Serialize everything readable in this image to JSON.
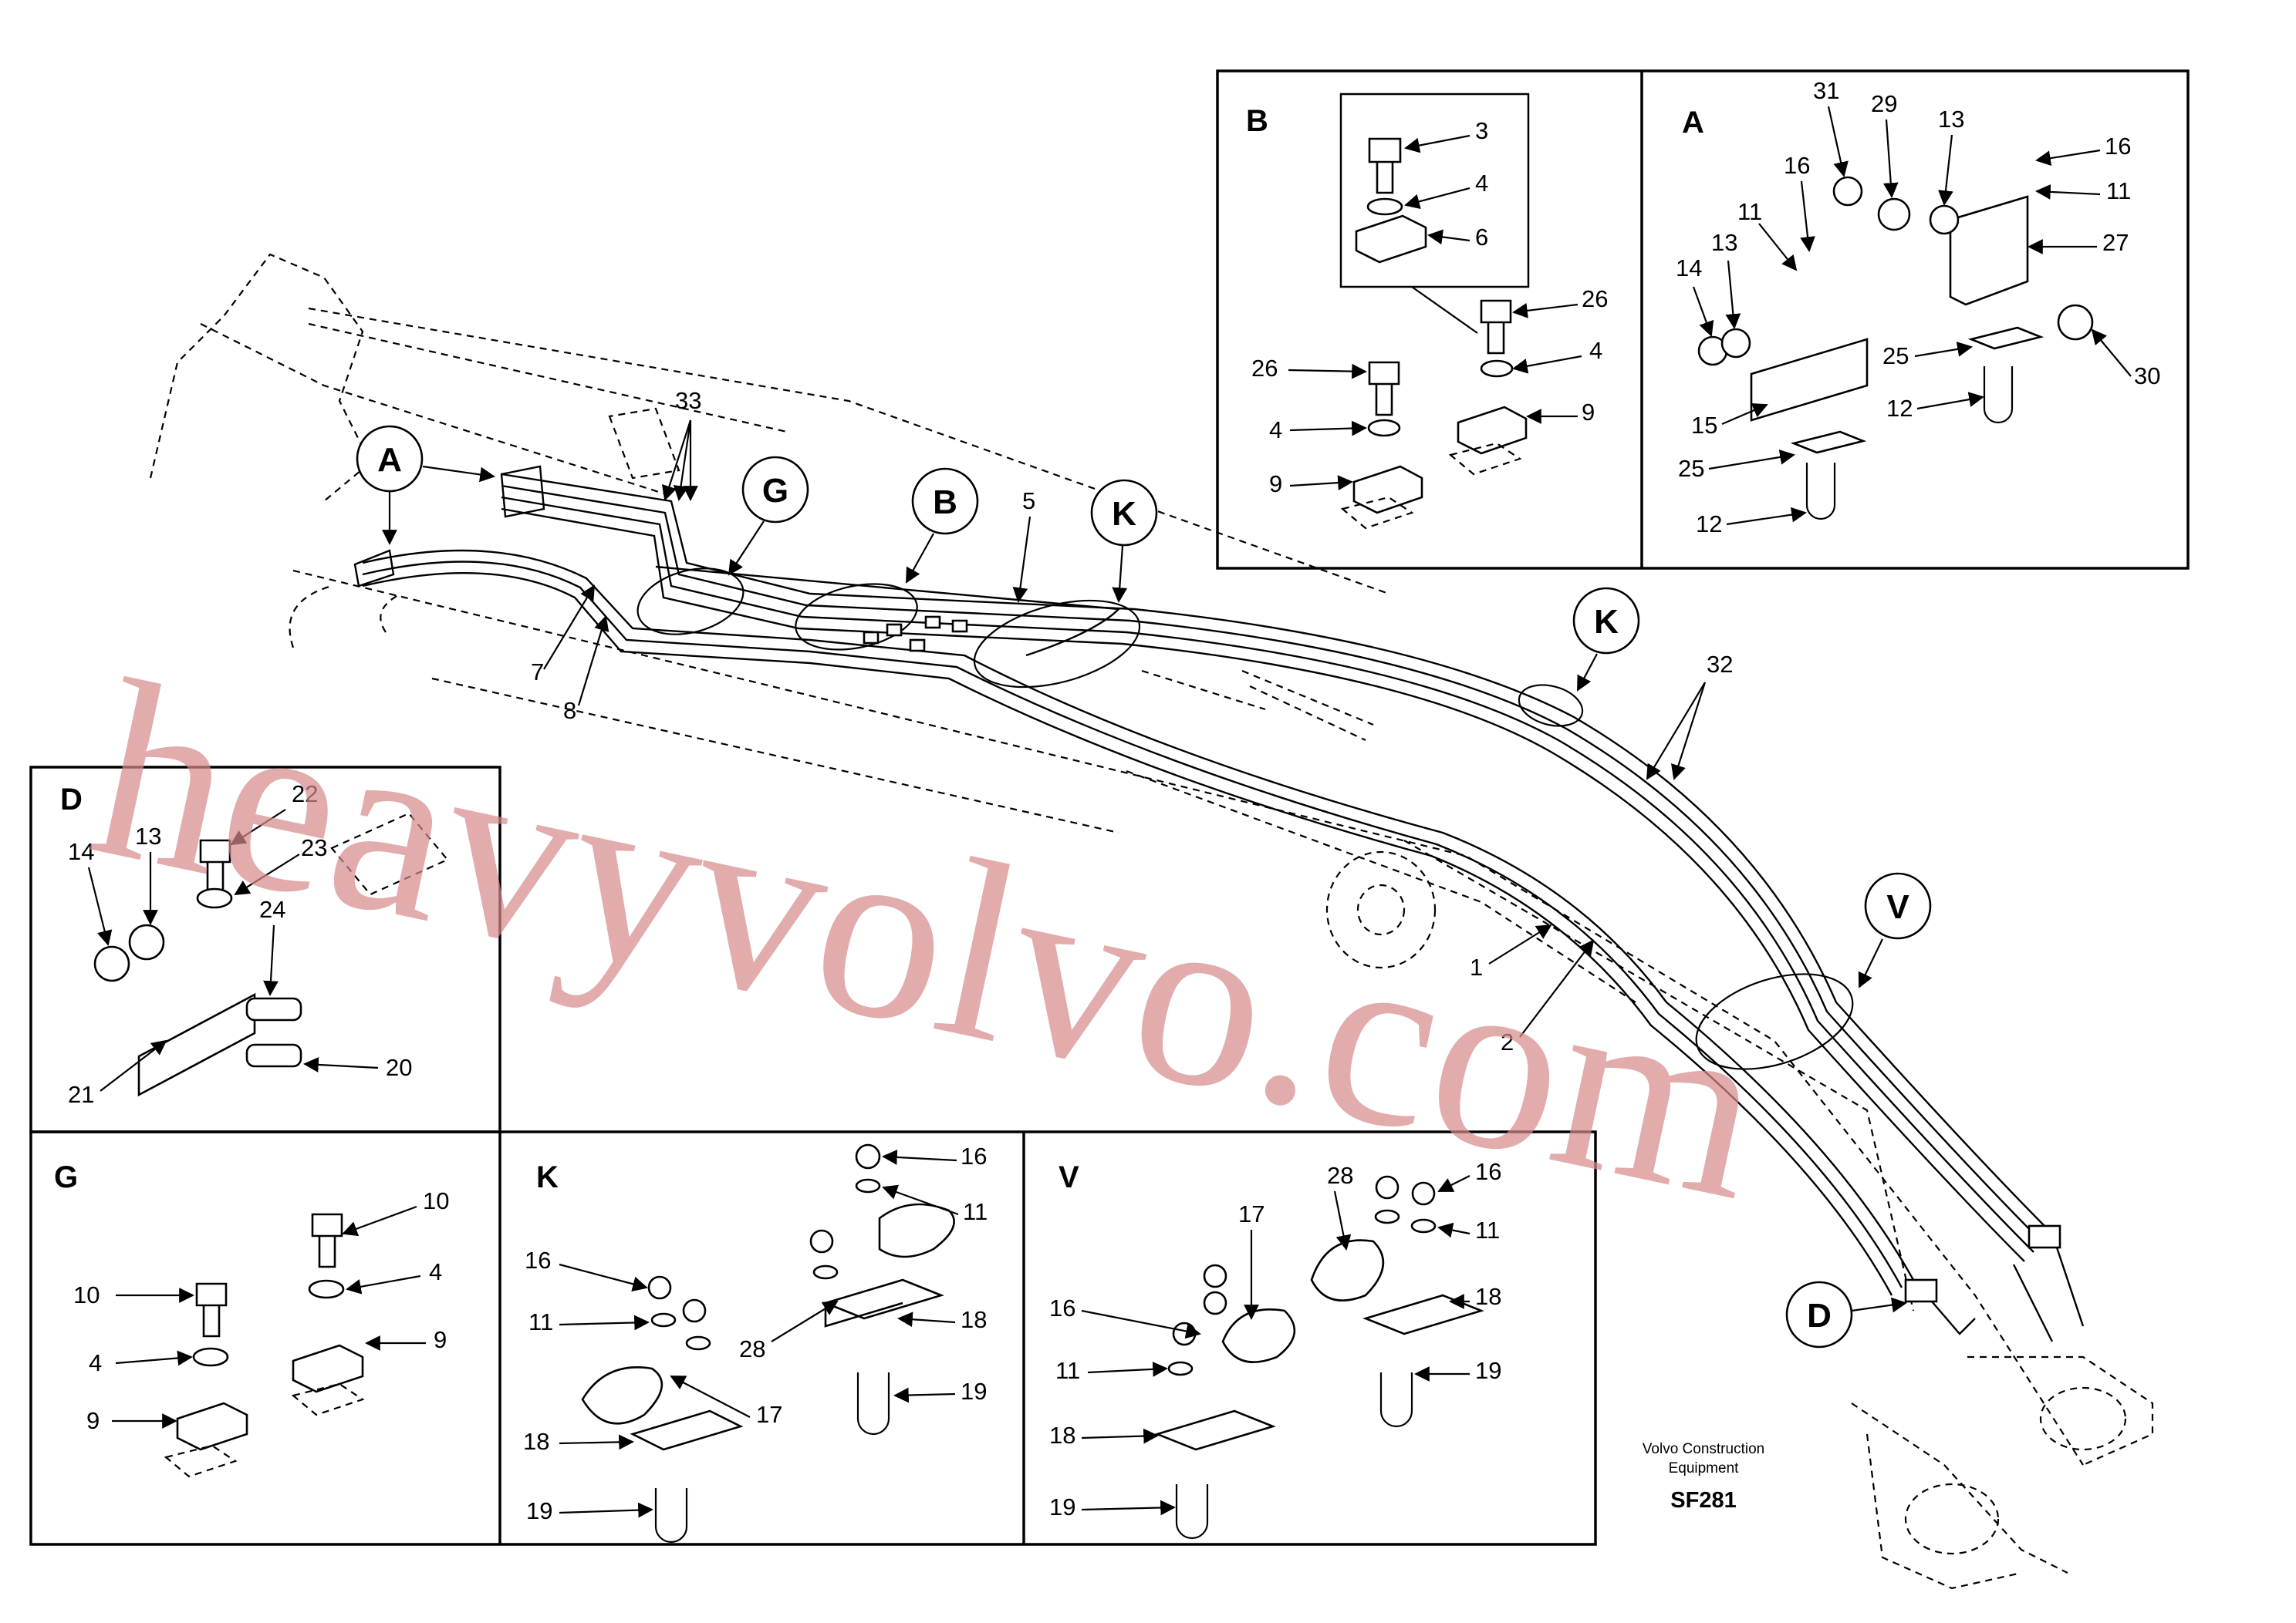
{
  "watermark": "heavyvolvo.com",
  "footer": {
    "company_line1": "Volvo Construction",
    "company_line2": "Equipment",
    "drawing_code": "SF281"
  },
  "callouts": {
    "A": "A",
    "B": "B",
    "G": "G",
    "K1": "K",
    "K2": "K",
    "V": "V",
    "D": "D"
  },
  "main_labels": {
    "l1": "1",
    "l2": "2",
    "l5": "5",
    "l7": "7",
    "l8": "8",
    "l32": "32",
    "l33": "33"
  },
  "panels": {
    "B": {
      "title": "B",
      "labels": [
        "3",
        "4",
        "6",
        "26",
        "4",
        "9",
        "26",
        "4",
        "9"
      ]
    },
    "A": {
      "title": "A",
      "labels": [
        "31",
        "29",
        "13",
        "16",
        "11",
        "16",
        "11",
        "27",
        "13",
        "14",
        "25",
        "30",
        "15",
        "12",
        "25",
        "12"
      ]
    },
    "D": {
      "title": "D",
      "labels": [
        "22",
        "14",
        "13",
        "23",
        "24",
        "20",
        "21"
      ]
    },
    "G": {
      "title": "G",
      "labels": [
        "10",
        "10",
        "4",
        "4",
        "9",
        "9"
      ]
    },
    "K": {
      "title": "K",
      "labels": [
        "16",
        "11",
        "16",
        "11",
        "18",
        "19",
        "28",
        "17",
        "18",
        "19"
      ]
    },
    "V": {
      "title": "V",
      "labels": [
        "28",
        "17",
        "16",
        "11",
        "16",
        "11",
        "18",
        "19",
        "18",
        "19"
      ]
    }
  }
}
